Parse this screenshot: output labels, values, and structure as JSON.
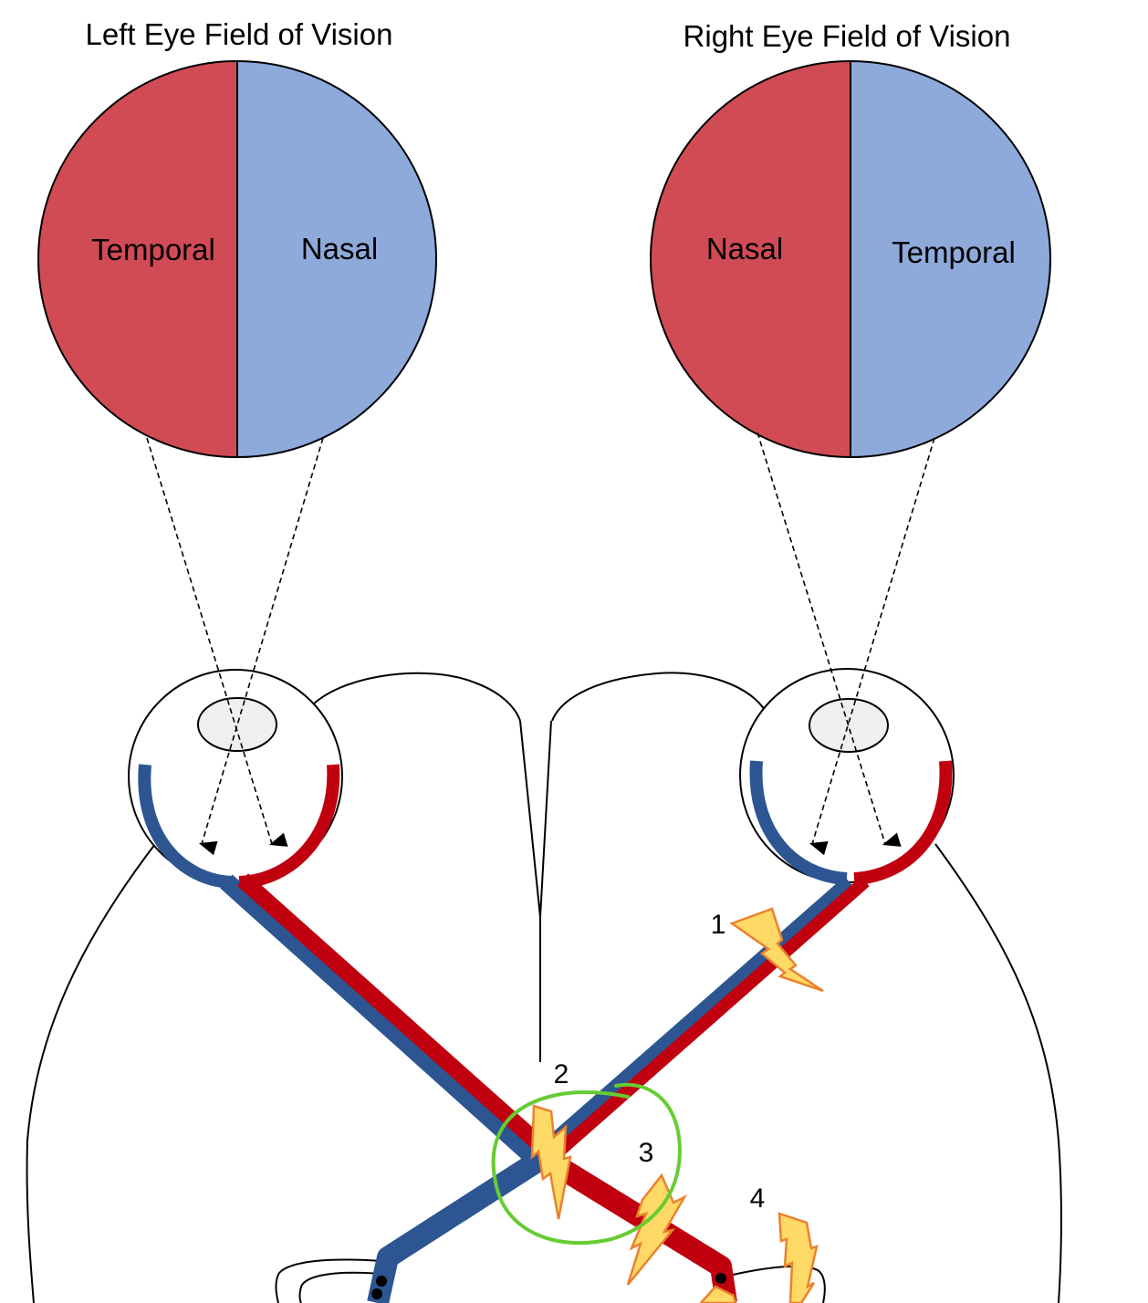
{
  "left_eye": {
    "title": "Left Eye Field of Vision",
    "left_half_label": "Temporal",
    "right_half_label": "Nasal"
  },
  "right_eye": {
    "title": "Right Eye Field of Vision",
    "left_half_label": "Nasal",
    "right_half_label": "Temporal"
  },
  "lesion_markers": [
    "1",
    "2",
    "3",
    "4"
  ],
  "colors": {
    "red_field": "#d14b55",
    "blue_field": "#8eaadb",
    "red_pathway": "#c0000f",
    "blue_pathway": "#2c5592",
    "lightning_fill": "#ffd966",
    "lightning_stroke": "#e9822e",
    "highlight_circle": "#66cc33",
    "lens_fill": "#efefef"
  }
}
